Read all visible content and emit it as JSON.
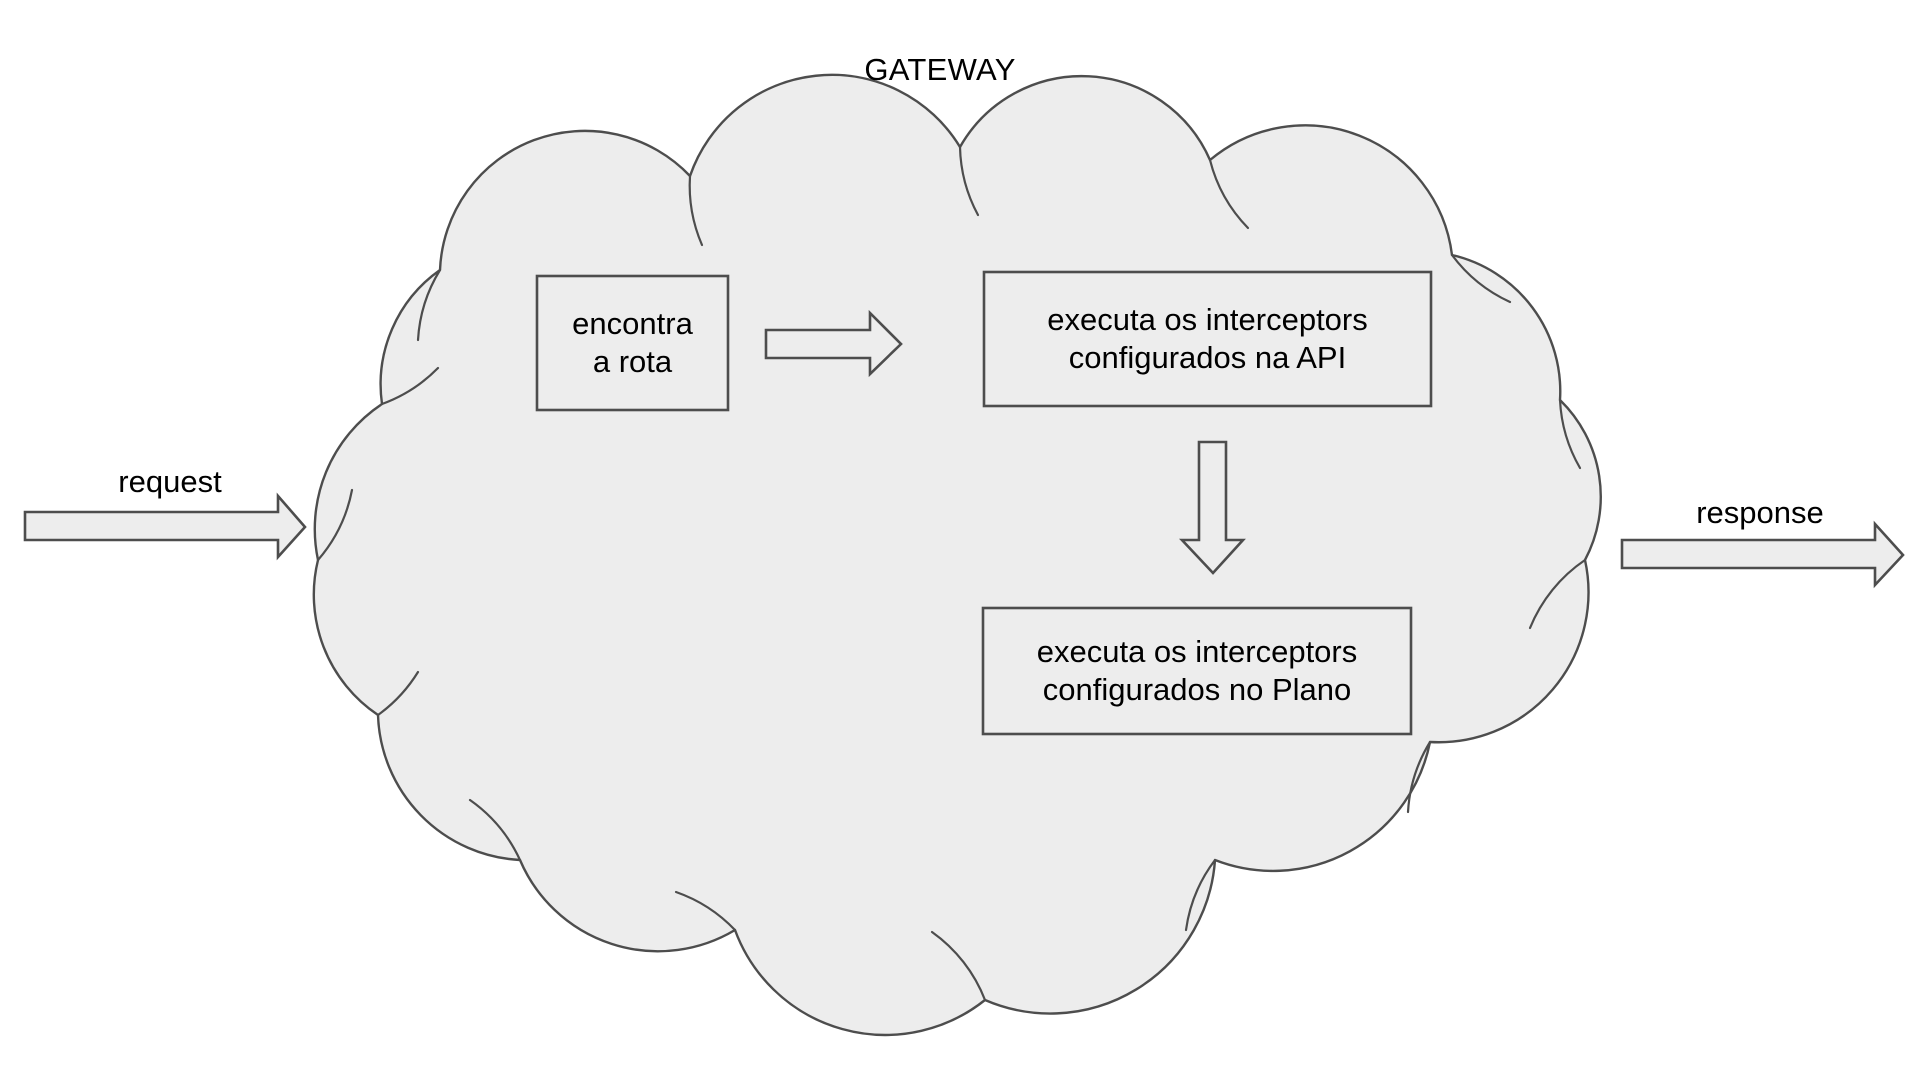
{
  "diagram": {
    "title": "GATEWAY",
    "type": "flow-diagram",
    "boundary": {
      "name": "gateway-cloud",
      "shape": "cloud",
      "fill": "#ededed",
      "stroke": "#4d4d4d"
    },
    "nodes": [
      {
        "id": "find-route",
        "label": "encontra\na rota",
        "shape": "rectangle",
        "fill": "none",
        "stroke": "#4d4d4d"
      },
      {
        "id": "api-interceptors",
        "label": "executa os interceptors\nconfigurados na API",
        "shape": "rectangle",
        "fill": "none",
        "stroke": "#4d4d4d"
      },
      {
        "id": "plan-interceptors",
        "label": "executa os interceptors\nconfigurados no Plano",
        "shape": "rectangle",
        "fill": "none",
        "stroke": "#4d4d4d"
      }
    ],
    "edges": [
      {
        "id": "request-in",
        "label": "request",
        "direction": "right",
        "style": "block-arrow",
        "fill": "#ededed",
        "stroke": "#4d4d4d"
      },
      {
        "id": "route-to-api",
        "label": "",
        "direction": "right",
        "style": "block-arrow",
        "fill": "none",
        "stroke": "#4d4d4d"
      },
      {
        "id": "api-to-plan",
        "label": "",
        "direction": "down",
        "style": "block-arrow",
        "fill": "none",
        "stroke": "#4d4d4d"
      },
      {
        "id": "response-out",
        "label": "response",
        "direction": "right",
        "style": "block-arrow",
        "fill": "#ededed",
        "stroke": "#4d4d4d"
      }
    ]
  }
}
